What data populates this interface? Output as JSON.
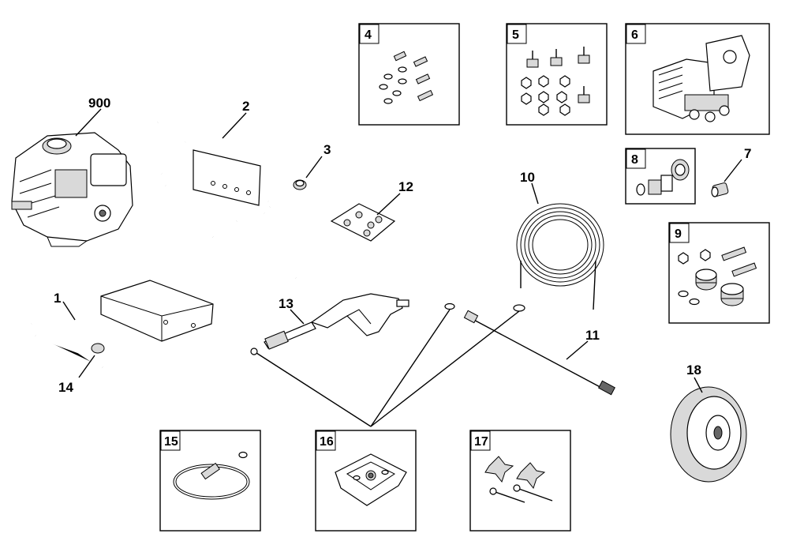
{
  "callouts": {
    "p900": "900",
    "p1": "1",
    "p2": "2",
    "p3": "3",
    "p7": "7",
    "p10": "10",
    "p11": "11",
    "p12": "12",
    "p13": "13",
    "p14": "14",
    "p18": "18"
  },
  "boxes": {
    "b4": "4",
    "b5": "5",
    "b6": "6",
    "b8": "8",
    "b9": "9",
    "b15": "15",
    "b16": "16",
    "b17": "17"
  }
}
